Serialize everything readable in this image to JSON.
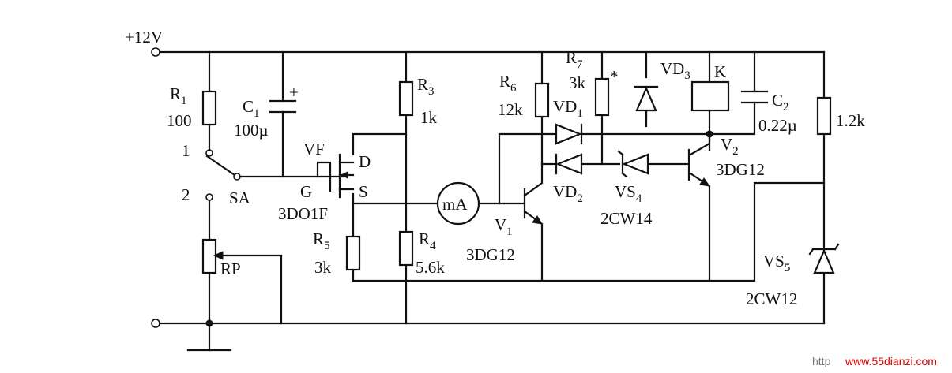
{
  "labels": {
    "v12": "+12V",
    "r1_letter": "R",
    "r1_sub": "1",
    "r1_value": "100",
    "c1_letter": "C",
    "c1_sub": "1",
    "c1_value": "100µ",
    "c1_plus": "+",
    "sa_pos1": "1",
    "sa_pos2": "2",
    "sa": "SA",
    "vf": "VF",
    "drain": "D",
    "gate": "G",
    "source": "S",
    "vf_type": "3DO1F",
    "rp": "RP",
    "r5_letter": "R",
    "r5_sub": "5",
    "r5_value": "3k",
    "r3_letter": "R",
    "r3_sub": "3",
    "r3_value": "1k",
    "r4_letter": "R",
    "r4_sub": "4",
    "r4_value": "5.6k",
    "meter": "mA",
    "v1_letter": "V",
    "v1_sub": "1",
    "v1_type": "3DG12",
    "r6_letter": "R",
    "r6_sub": "6",
    "r6_value": "12k",
    "r7_letter": "R",
    "r7_sub": "7",
    "r7_value": "3k",
    "r7_asterisk": "*",
    "vd1_letter": "VD",
    "vd1_sub": "1",
    "vd2_letter": "VD",
    "vd2_sub": "2",
    "vs4_letter": "VS",
    "vs4_sub": "4",
    "vs4_type": "2CW14",
    "vd3_letter": "VD",
    "vd3_sub": "3",
    "k": "K",
    "c2_letter": "C",
    "c2_sub": "2",
    "c2_value": "0.22µ",
    "r_right_value": "1.2k",
    "v2_letter": "V",
    "v2_sub": "2",
    "v2_type": "3DG12",
    "vs5_letter": "VS",
    "vs5_sub": "5",
    "vs5_type": "2CW12"
  },
  "watermark": {
    "prefix": "http",
    "site": "www.55dianzi.com"
  }
}
